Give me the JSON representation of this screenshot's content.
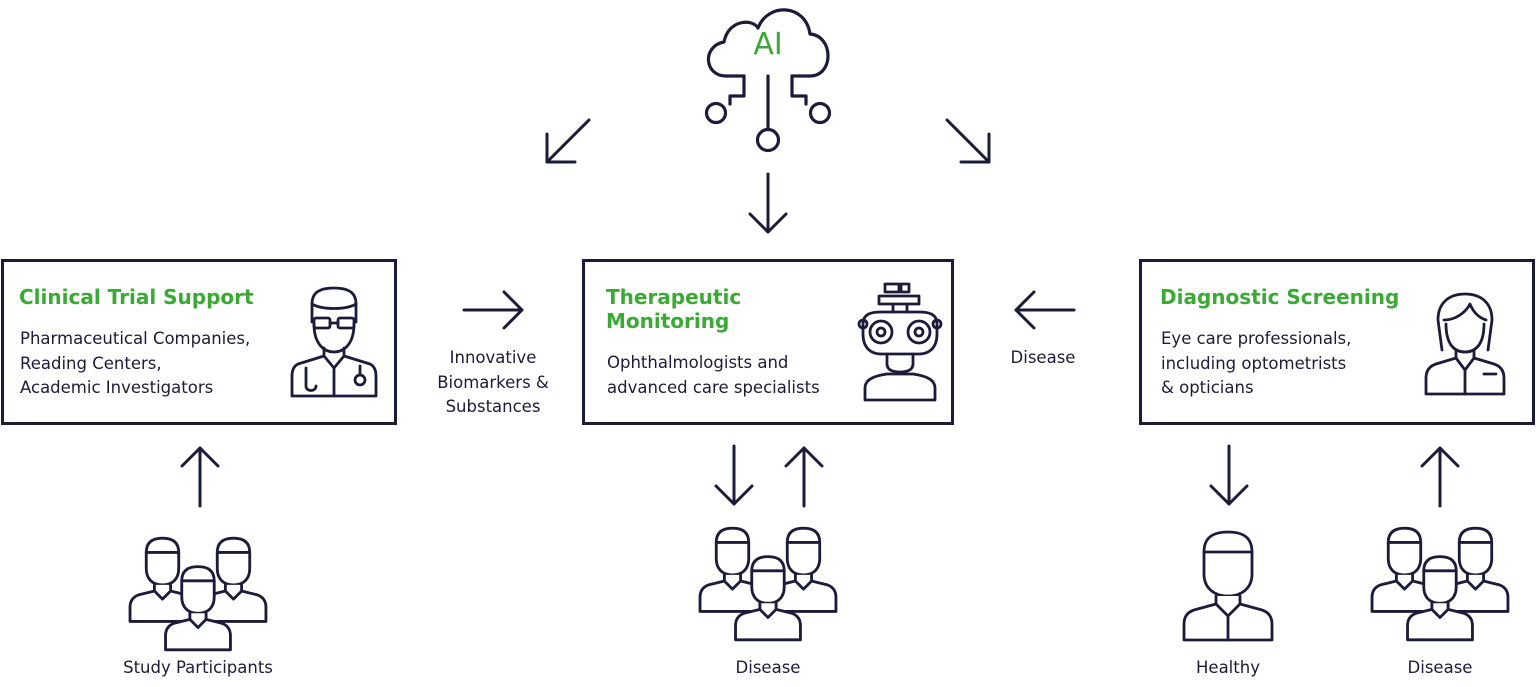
{
  "ai": {
    "label": "AI"
  },
  "boxes": {
    "clinical": {
      "title": "Clinical Trial Support",
      "body": "Pharmaceutical Companies,\nReading Centers,\nAcademic Investigators"
    },
    "therapeutic": {
      "title": "Therapeutic\nMonitoring",
      "body": "Ophthalmologists and\nadvanced care specialists"
    },
    "diagnostic": {
      "title": "Diagnostic Screening",
      "body": "Eye care professionals,\nincluding optometrists\n& opticians"
    }
  },
  "labels": {
    "biomarkers": "Innovative\nBiomarkers &\nSubstances",
    "disease_top": "Disease",
    "study_participants": "Study Participants",
    "disease_center": "Disease",
    "healthy": "Healthy",
    "disease_right": "Disease"
  },
  "icons": {
    "ai": "cloud-circuit-icon",
    "clinical": "doctor-icon",
    "therapeutic": "phoropter-icon",
    "diagnostic": "optician-woman-icon",
    "group": "people-group-icon",
    "single": "person-icon"
  },
  "colors": {
    "accent": "#3aaa35",
    "ink": "#1c1c3a"
  }
}
